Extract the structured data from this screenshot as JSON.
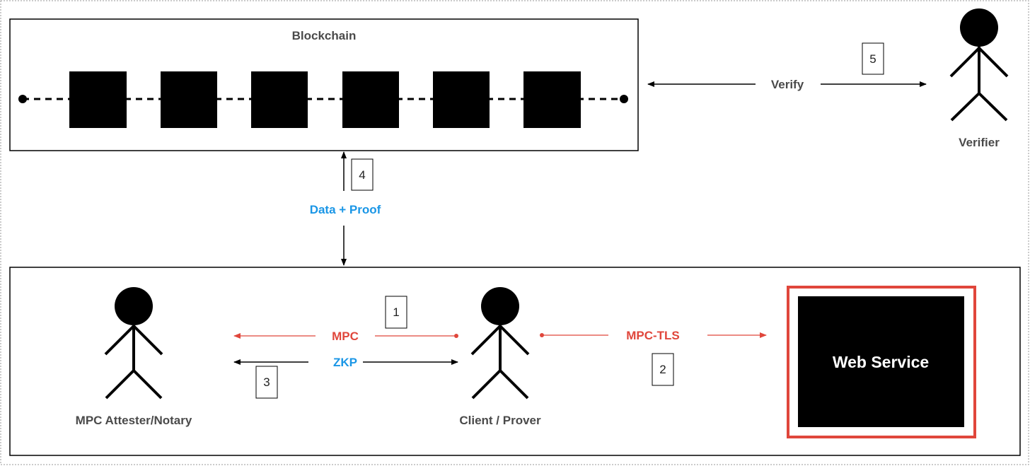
{
  "blockchain": {
    "title": "Blockchain",
    "block_count": 6
  },
  "verifier": {
    "label": "Verifier",
    "flow_label": "Verify",
    "step": "5"
  },
  "submission": {
    "label": "Data + Proof",
    "step": "4"
  },
  "attester": {
    "label": "MPC Attester/Notary"
  },
  "client": {
    "label": "Client / Prover"
  },
  "web_service": {
    "label": "Web Service"
  },
  "mpc": {
    "label": "MPC",
    "step": "1"
  },
  "zkp": {
    "label": "ZKP",
    "step": "3"
  },
  "mpc_tls": {
    "label": "MPC-TLS",
    "step": "2"
  },
  "colors": {
    "red": "#e0463b",
    "blue": "#1a96e6",
    "text": "#4a4a4a",
    "black": "#000000"
  },
  "icons": [
    "stick-figure-icon",
    "block-icon"
  ]
}
